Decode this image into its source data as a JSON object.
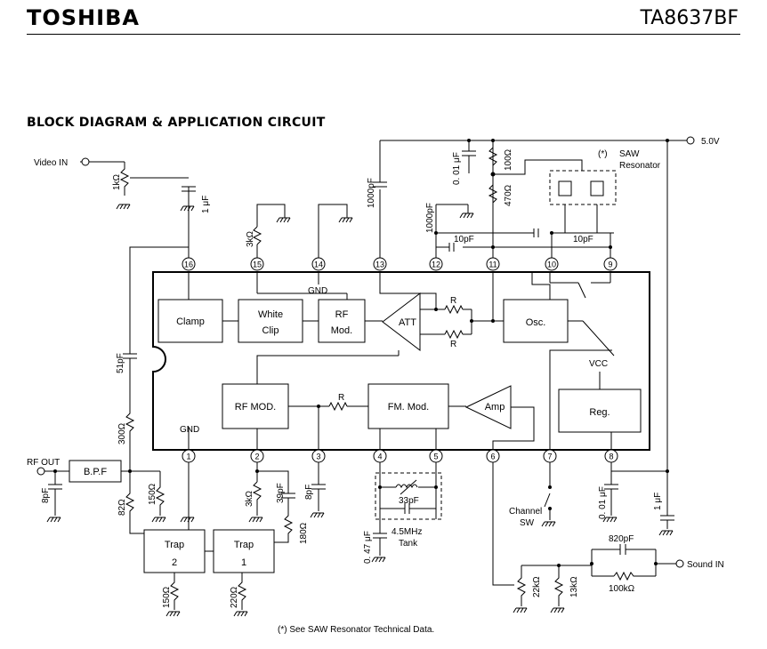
{
  "header": {
    "brand": "TOSHIBA",
    "part_number": "TA8637BF"
  },
  "section_title": "BLOCK DIAGRAM & APPLICATION CIRCUIT",
  "supply": "5.0V",
  "terminals": {
    "video_in": "Video IN",
    "rf_out": "RF OUT",
    "sound_in": "Sound IN"
  },
  "pins": [
    "1",
    "2",
    "3",
    "4",
    "5",
    "6",
    "7",
    "8",
    "9",
    "10",
    "11",
    "12",
    "13",
    "14",
    "15",
    "16"
  ],
  "blocks": {
    "clamp": "Clamp",
    "white_clip_1": "White",
    "white_clip_2": "Clip",
    "rf_mod_top_1": "RF",
    "rf_mod_top_2": "Mod.",
    "att": "ATT",
    "osc": "Osc.",
    "rf_mod_bottom": "RF MOD.",
    "fm_mod": "FM. Mod.",
    "amp": "Amp",
    "reg": "Reg.",
    "bpf": "B.P.F",
    "trap2_1": "Trap",
    "trap2_2": "2",
    "trap1_1": "Trap",
    "trap1_2": "1"
  },
  "labels": {
    "gnd_pin14": "GND",
    "gnd_pin1": "GND",
    "vcc": "VCC",
    "r_att_top": "R",
    "r_att_bottom": "R",
    "r_mid": "R",
    "saw_star": "(*)",
    "saw_1": "SAW",
    "saw_2": "Resonator",
    "tank_1": "4.5MHz",
    "tank_2": "Tank",
    "channel_1": "Channel",
    "channel_2": "SW"
  },
  "components": {
    "r_1k_video": "1kΩ",
    "c_1uF_video": "1 μF",
    "r_3k_pin15": "3kΩ",
    "c_1000pF_pin13": "1000pF",
    "c_0_01uF_top": "0. 01 μF",
    "r_100_top": "100Ω",
    "r_470_top": "470Ω",
    "c_1000pF_pin12": "1000pF",
    "c_10pF_a": "10pF",
    "c_10pF_b": "10pF",
    "c_51pF": "51pF",
    "r_300": "300Ω",
    "c_8pF_rf": "8pF",
    "r_82": "82Ω",
    "r_150_bpf": "150Ω",
    "r_3k_pin2": "3kΩ",
    "c_39pF": "39pF",
    "r_180": "180Ω",
    "c_8pF_pin3": "8pF",
    "c_33pF": "33pF",
    "c_0_47uF": "0. 47 μF",
    "c_0_01uF_pin8": "0. 01 μF",
    "c_1uF_supply": "1 μF",
    "c_820pF": "820pF",
    "r_100k": "100kΩ",
    "r_22k": "22kΩ",
    "r_13k": "13kΩ",
    "r_150_trap": "150Ω",
    "r_220_trap": "220Ω"
  },
  "footnote": "(*)  See SAW Resonator Technical Data."
}
